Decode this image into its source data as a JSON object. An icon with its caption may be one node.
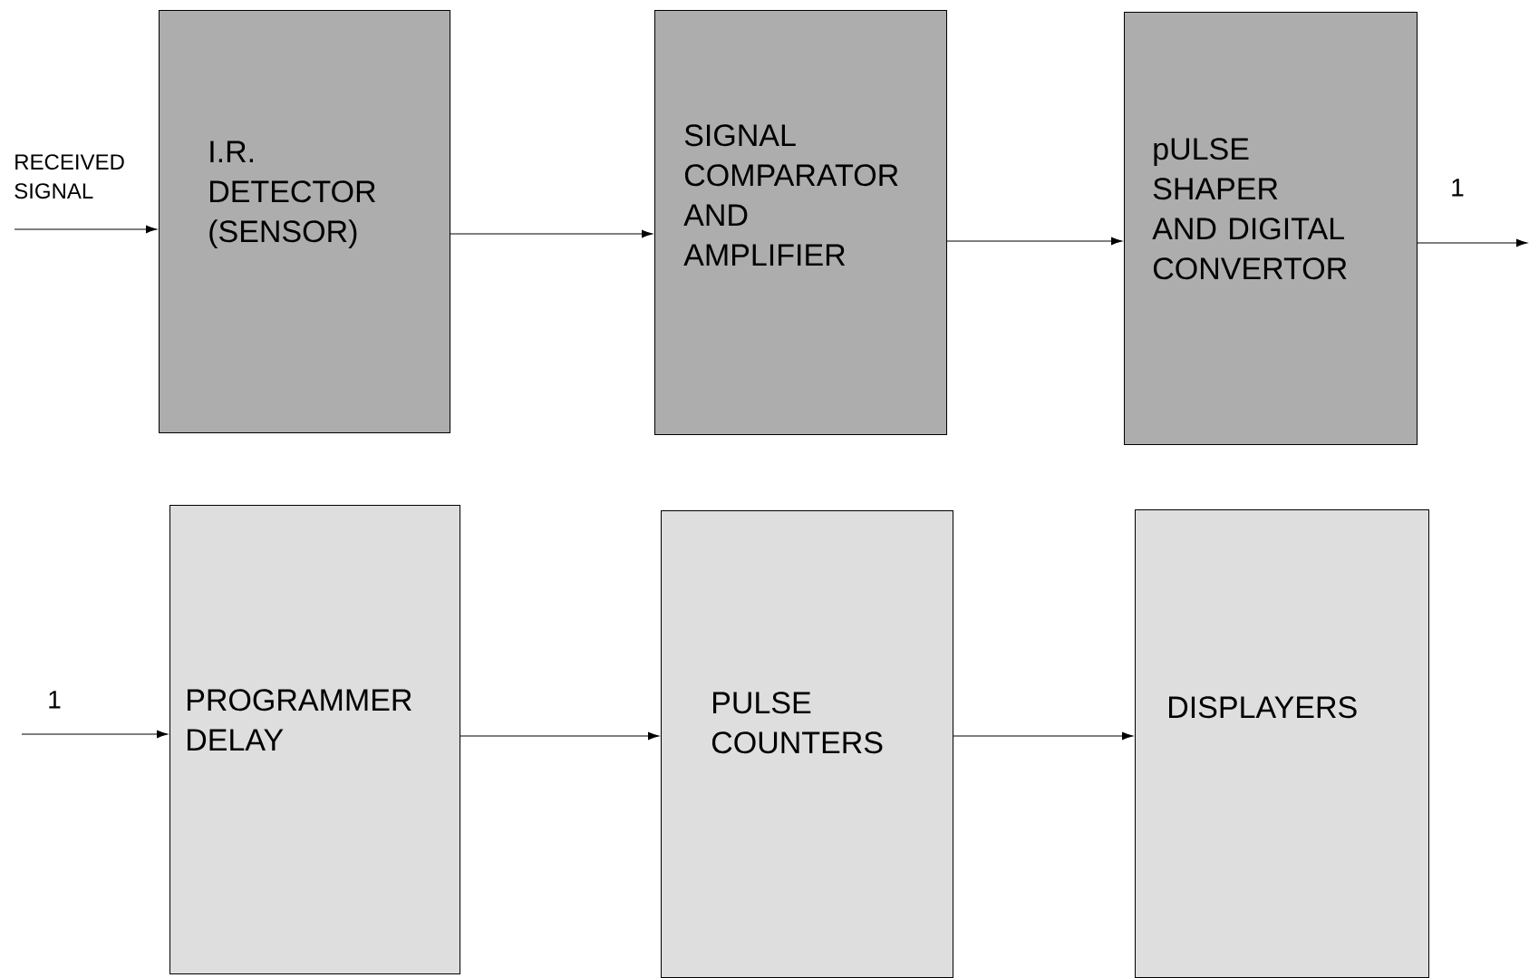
{
  "diagram": {
    "nodes": [
      {
        "text": [
          "I.R. DETECTOR (SENSOR)"
        ]
      },
      {
        "text": [
          "SIGNAL COMPARATOR AND AMPLIFIER"
        ]
      },
      {
        "text": [
          "pULSE SHAPER AND DIGITAL CONVERTOR"
        ]
      },
      {
        "text": [
          "PROGRAMMER DELAY"
        ]
      },
      {
        "text": [
          "PULSE COUNTERS"
        ]
      },
      {
        "text": [
          "DISPLAYERS"
        ]
      }
    ],
    "edges": [
      {
        "from": null,
        "to": 0,
        "arrow": "to",
        "label": "RECEIVED SIGNAL"
      },
      {
        "from": 0,
        "to": 1,
        "arrow": "to"
      },
      {
        "from": 1,
        "to": 2,
        "arrow": "to"
      },
      {
        "from": 2,
        "to": null,
        "arrow": "to",
        "label": "1"
      },
      {
        "from": null,
        "to": 3,
        "arrow": "to",
        "label": "1"
      },
      {
        "from": 3,
        "to": 4,
        "arrow": "to"
      },
      {
        "from": 4,
        "to": 5,
        "arrow": "to"
      }
    ]
  }
}
